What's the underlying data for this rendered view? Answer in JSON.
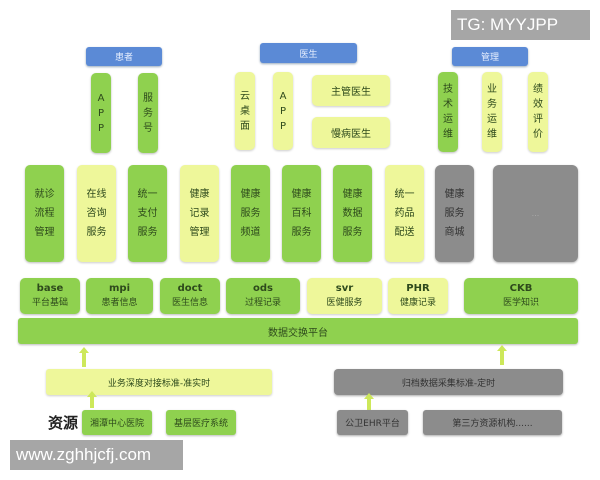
{
  "watermarks": {
    "top": "TG: MYYJPP",
    "bottom": "www.zghhjcfj.com"
  },
  "headers": {
    "patient": "患者",
    "doctor": "医生",
    "admin": "管理"
  },
  "apps": {
    "patient_app": "APP",
    "patient_service_account": "服务号",
    "doctor_cloud_desktop": "云桌面",
    "doctor_app": "APP",
    "chief_doctor": "主管医生",
    "chronic_doctor": "慢病医生",
    "tech_ops": "技术运维",
    "biz_ops": "业务运维",
    "performance": "绩效评价"
  },
  "services": [
    "就诊流程管理",
    "在线咨询服务",
    "统一支付服务",
    "健康记录管理",
    "健康服务频道",
    "健康百科服务",
    "健康数据服务",
    "统一药品配送",
    "健康服务商城",
    "..."
  ],
  "modules": [
    {
      "code": "base",
      "name": "平台基础"
    },
    {
      "code": "mpi",
      "name": "患者信息"
    },
    {
      "code": "doct",
      "name": "医生信息"
    },
    {
      "code": "ods",
      "name": "过程记录"
    },
    {
      "code": "svr",
      "name": "医健服务"
    },
    {
      "code": "PHR",
      "name": "健康记录"
    },
    {
      "code": "CKB",
      "name": "医学知识"
    }
  ],
  "platform": "数据交换平台",
  "standards": {
    "realtime": "业务深度对接标准-准实时",
    "scheduled": "归档数据采集标准-定时"
  },
  "resources": {
    "label": "资源",
    "items": [
      "湘潭中心医院",
      "基层医疗系统",
      "公卫EHR平台",
      "第三方资源机构......"
    ]
  },
  "colors": {
    "blue": "#5b8ad6",
    "green": "#8fd14f",
    "yellow": "#eef79a",
    "gray": "#8c8c8c"
  }
}
